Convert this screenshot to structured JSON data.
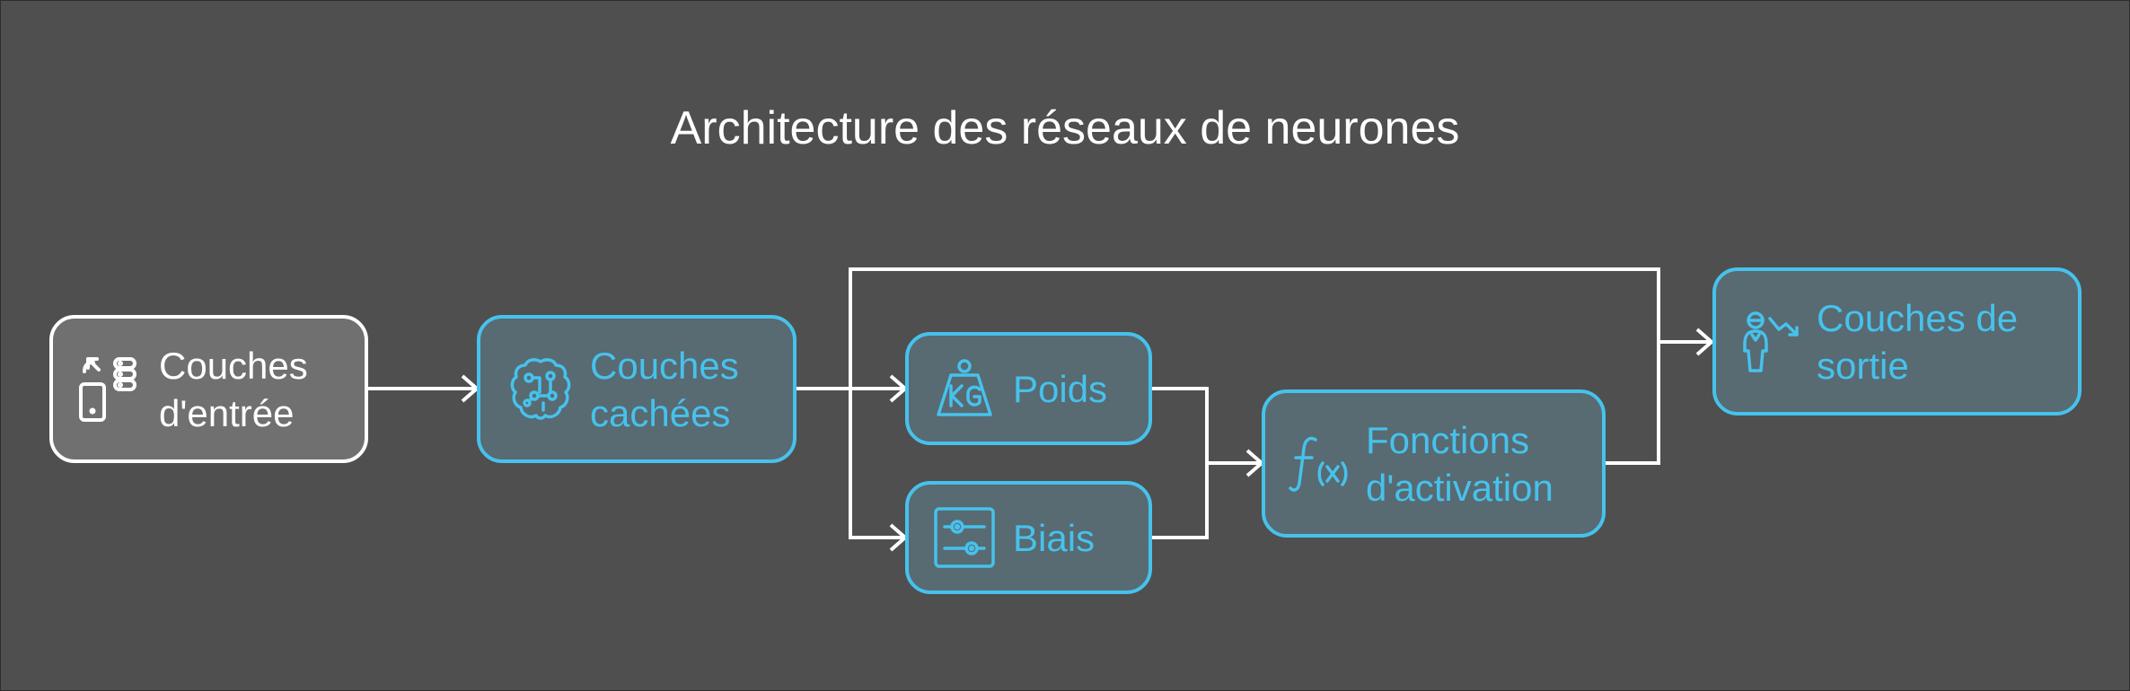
{
  "diagram": {
    "title": "Architecture des réseaux de neurones",
    "nodes": {
      "input": {
        "line1": "Couches",
        "line2": "d'entrée",
        "icon": "phone-database-icon"
      },
      "hidden": {
        "line1": "Couches",
        "line2": "cachées",
        "icon": "brain-circuit-icon"
      },
      "weights": {
        "label": "Poids",
        "icon": "kg-weight-icon"
      },
      "bias": {
        "label": "Biais",
        "icon": "sliders-icon"
      },
      "activation": {
        "line1": "Fonctions",
        "line2": "d'activation",
        "icon": "function-fx-icon"
      },
      "output": {
        "line1": "Couches de",
        "line2": "sortie",
        "icon": "person-trend-icon"
      }
    },
    "colors": {
      "background": "#4f4f4f",
      "accent": "#46c2ec",
      "node_fill": "#586a72",
      "input_fill": "#707070",
      "connector": "#ffffff"
    }
  }
}
